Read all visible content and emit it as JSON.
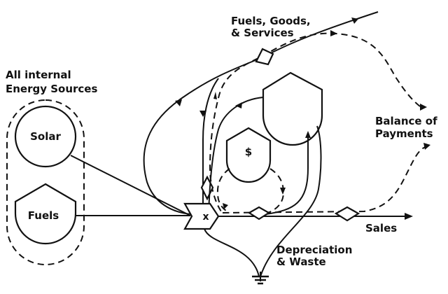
{
  "diagram": {
    "labels": {
      "sources_group": [
        "All internal",
        "Energy Sources"
      ],
      "solar": "Solar",
      "fuels": "Fuels",
      "imports": [
        "Fuels, Goods,",
        "& Services"
      ],
      "balance": [
        "Balance of",
        "Payments"
      ],
      "money": "$",
      "interaction": "x",
      "sales": "Sales",
      "depreciation": [
        "Depreciation",
        "& Waste"
      ]
    },
    "colors": {
      "ink": "#111111",
      "background": "#ffffff"
    }
  }
}
